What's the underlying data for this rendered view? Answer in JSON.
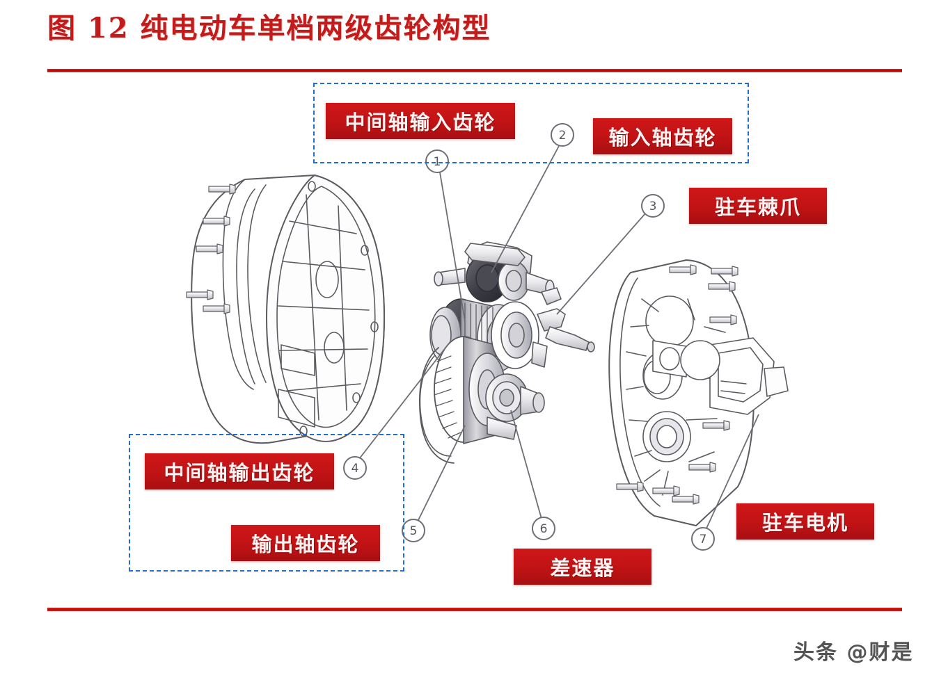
{
  "figure": {
    "title": "图 12  纯电动车单档两级齿轮构型",
    "title_color": "#c31a1a",
    "rule_color": "#c2151a",
    "background_color": "#ffffff"
  },
  "grouping_boxes": [
    {
      "id": "input-group",
      "border_color": "#1f6fd0",
      "style": "dashed",
      "contains": [
        "中间轴输入齿轮",
        "输入轴齿轮"
      ]
    },
    {
      "id": "output-group",
      "border_color": "#1f6fd0",
      "style": "dashed",
      "contains": [
        "中间轴输出齿轮",
        "输出轴齿轮"
      ]
    }
  ],
  "labels": {
    "countershaft_input_gear": "中间轴输入齿轮",
    "input_shaft_gear": "输入轴齿轮",
    "parking_pawl": "驻车棘爪",
    "countershaft_output_gear": "中间轴输出齿轮",
    "output_shaft_gear": "输出轴齿轮",
    "differential": "差速器",
    "parking_motor": "驻车电机",
    "label_background_color": "#c21315",
    "label_text_color": "#fdf3f2"
  },
  "callouts": [
    {
      "number": "1",
      "target": "中间轴输入齿轮"
    },
    {
      "number": "2",
      "target": "输入轴齿轮"
    },
    {
      "number": "3",
      "target": "驻车棘爪"
    },
    {
      "number": "4",
      "target": "中间轴输出齿轮"
    },
    {
      "number": "5",
      "target": "输出轴齿轮"
    },
    {
      "number": "6",
      "target": "差速器"
    },
    {
      "number": "7",
      "target": "驻车电机"
    }
  ],
  "diagram": {
    "type": "exploded-assembly-line-drawing",
    "description": "纯电动车单档两级减速器爆炸图",
    "parts": [
      "gearbox-housing",
      "housing-bolts",
      "input-shaft-gear-assembly",
      "countershaft-gear-assembly",
      "differential-assembly",
      "parking-pawl",
      "end-cover-plate",
      "cover-bolts",
      "parking-motor"
    ],
    "line_color": "#5a5a60"
  },
  "watermark": {
    "text": "头条 @财是"
  }
}
